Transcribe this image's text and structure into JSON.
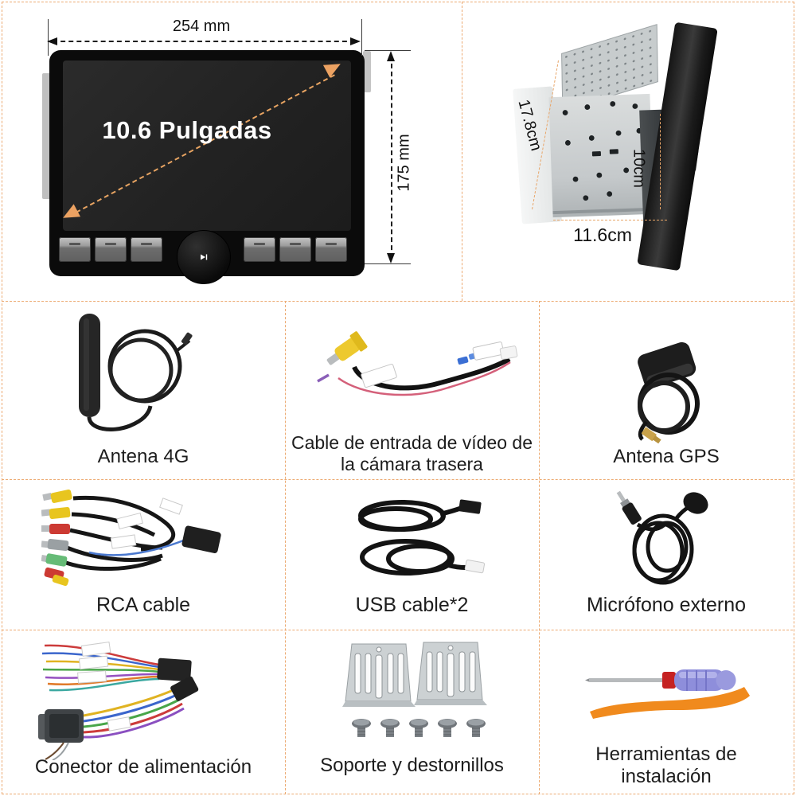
{
  "product": {
    "front_view": {
      "screen_size_label": "10.6 Pulgadas",
      "width_label": "254 mm",
      "height_label": "175 mm"
    },
    "side_view": {
      "depth_label": "17.8cm",
      "chassis_height_label": "10cm",
      "chassis_width_label": "11.6cm"
    }
  },
  "accessories": [
    {
      "id": "antenna-4g",
      "label": "Antena 4G"
    },
    {
      "id": "rear-camera-video-cable",
      "label": "Cable de entrada de vídeo de la cámara trasera"
    },
    {
      "id": "gps-antenna",
      "label": "Antena GPS"
    },
    {
      "id": "rca-cable",
      "label": "RCA cable"
    },
    {
      "id": "usb-cable",
      "label": "USB cable*2"
    },
    {
      "id": "external-microphone",
      "label": "Micrófono externo"
    },
    {
      "id": "power-connector",
      "label": "Conector de alimentación"
    },
    {
      "id": "bracket-screws",
      "label": "Soporte y destornillos"
    },
    {
      "id": "install-tools",
      "label": "Herramientas de instalación"
    }
  ],
  "colors": {
    "grid_border": "#ecaa72",
    "dimension_accent": "#e8a462",
    "dimension_line": "#1f1f1f",
    "label_text": "#1d1d1d"
  }
}
